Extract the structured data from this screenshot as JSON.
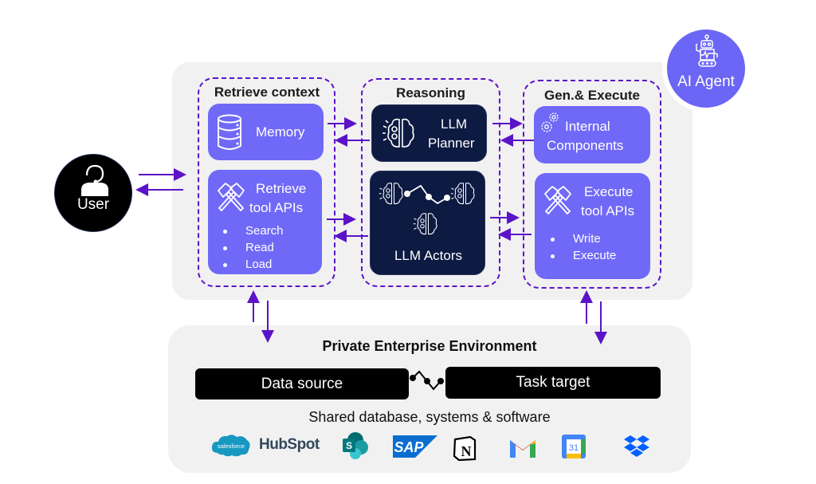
{
  "user": {
    "label": "User",
    "icon": "headset-user-icon"
  },
  "agent_badge": {
    "label": "AI Agent",
    "icon": "robot-icon"
  },
  "groups": {
    "retrieve": {
      "title": "Retrieve context",
      "memory": {
        "label": "Memory",
        "icon": "database-icon"
      },
      "tools": {
        "label_line1": "Retrieve",
        "label_line2": "tool APIs",
        "icon": "hammers-icon",
        "bullets": [
          "Search",
          "Read",
          "Load"
        ]
      }
    },
    "reasoning": {
      "title": "Reasoning",
      "planner": {
        "label_line1": "LLM",
        "label_line2": "Planner",
        "icon": "brain-gears-icon"
      },
      "actors": {
        "label": "LLM Actors",
        "icon": "connected-brains-icon"
      }
    },
    "execute": {
      "title": "Gen.& Execute",
      "internal": {
        "label_line1": "Internal",
        "label_line2": "Components",
        "icon": "gears-icon"
      },
      "tools": {
        "label_line1": "Execute",
        "label_line2": "tool APIs",
        "icon": "hammers-icon",
        "bullets": [
          "Write",
          "Execute"
        ]
      }
    }
  },
  "environment": {
    "title": "Private Enterprise Environment",
    "data_source": "Data source",
    "task_target": "Task target",
    "shared_label": "Shared database, systems & software",
    "logos": [
      {
        "name": "Salesforce",
        "text": "salesforce",
        "color": "#1798c1"
      },
      {
        "name": "HubSpot",
        "text": "HubSpot",
        "color": "#33475b",
        "accent": "#ff7a59"
      },
      {
        "name": "SharePoint",
        "text": "S",
        "color": "#036c70"
      },
      {
        "name": "SAP",
        "text": "SAP",
        "color": "#0a6ed1"
      },
      {
        "name": "Notion",
        "text": "N",
        "color": "#000000"
      },
      {
        "name": "Gmail",
        "text": "M",
        "color": "#ea4335"
      },
      {
        "name": "Google Calendar",
        "text": "31",
        "color": "#4285f4"
      },
      {
        "name": "Dropbox",
        "text": "",
        "color": "#0061fe"
      }
    ]
  },
  "colors": {
    "accent_purple": "#5b13c7",
    "card_light": "#7069f7",
    "card_dark": "#0d1a42",
    "panel_bg": "#f1f1f2",
    "agent_badge": "#6b66f5"
  }
}
